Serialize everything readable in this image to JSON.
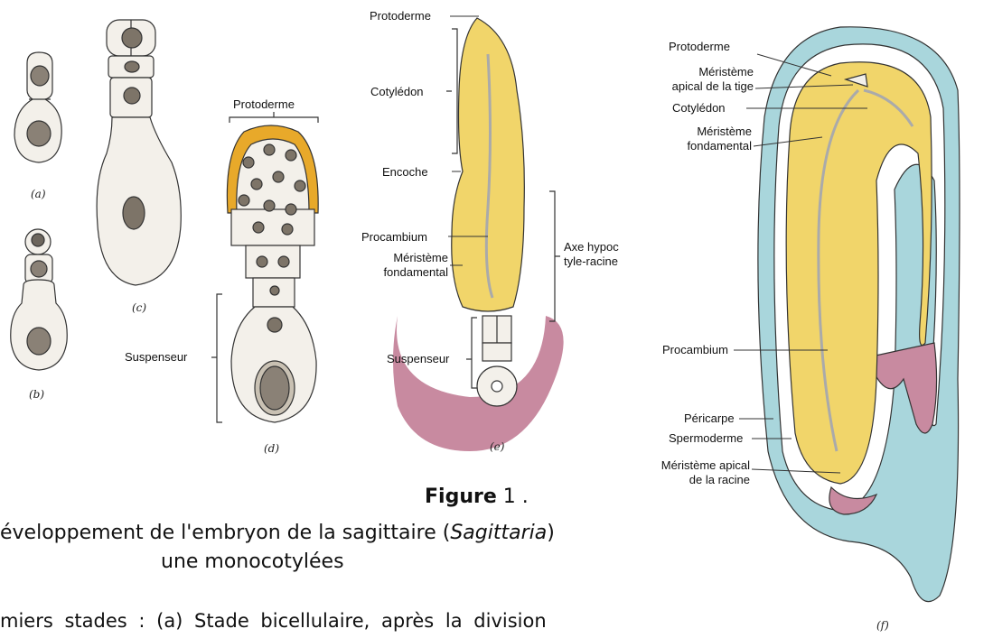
{
  "figure": {
    "label_bold": "Figure",
    "label_num": "1 .",
    "caption_line1_pre": "éveloppement de l'embryon de la sagittaire (",
    "caption_line1_italic": "Sagittaria",
    "caption_line1_post": ")",
    "caption_line2": "une monocotylées",
    "body_text": "miers stades : (a) Stade bicellulaire, après la division"
  },
  "panels": {
    "a": "(a)",
    "b": "(b)",
    "c": "(c)",
    "d": "(d)",
    "e": "(e)",
    "f": "(f)"
  },
  "labels_d": {
    "protoderme": "Protoderme",
    "suspenseur": "Suspenseur"
  },
  "labels_e": {
    "protoderme": "Protoderme",
    "cotyledon": "Cotylédon",
    "encoche": "Encoche",
    "procambium": "Procambium",
    "meristeme_fondamental_1": "Méristème",
    "meristeme_fondamental_2": "fondamental",
    "axe_1": "Axe hypoc",
    "axe_2": "tyle-racine",
    "suspenseur": "Suspenseur"
  },
  "labels_f": {
    "protoderme": "Protoderme",
    "meristeme_tige_1": "Méristème",
    "meristeme_tige_2": "apical de la tige",
    "cotyledon": "Cotylédon",
    "meristeme_fond_1": "Méristème",
    "meristeme_fond_2": "fondamental",
    "procambium": "Procambium",
    "pericarpe": "Péricarpe",
    "spermoderme": "Spermoderme",
    "meristeme_racine_1": "Méristème apical",
    "meristeme_racine_2": "de la racine"
  },
  "colors": {
    "yellow_tissue": "#f1d56a",
    "orange_protoderm": "#e8a92a",
    "purple_tissue": "#c88aa0",
    "blue_tissue": "#a9d6dc",
    "cell_fill": "#f3f0ea",
    "nucleus": "#7d7468"
  }
}
